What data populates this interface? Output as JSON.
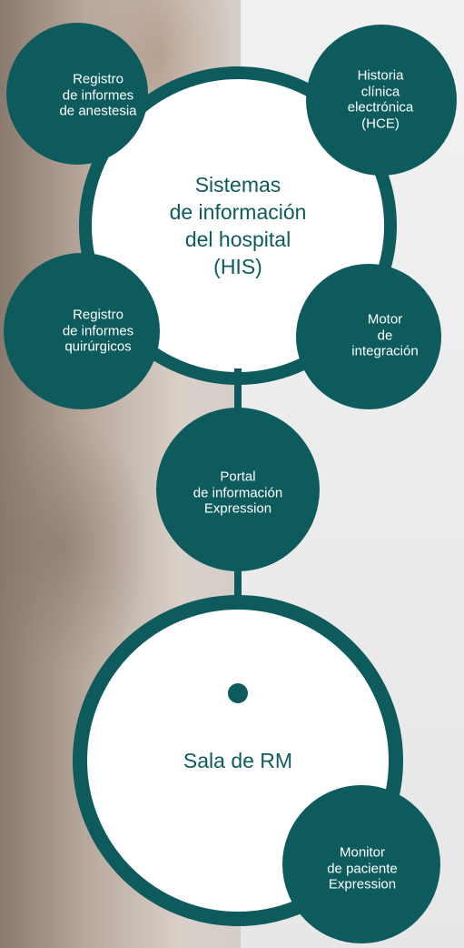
{
  "colors": {
    "teal": "#0e5b5d",
    "white": "#ffffff",
    "big_text": "#0e5b5d"
  },
  "his_center": {
    "label": "Sistemas\nde información\ndel hospital\n(HIS)"
  },
  "satellites": {
    "anesthesia": {
      "label": "Registro\nde informes\nde anestesia"
    },
    "hce": {
      "label": "Historia\nclínica\nelectrónica\n(HCE)"
    },
    "surgical": {
      "label": "Registro\nde informes\nquirúrgicos"
    },
    "integration": {
      "label": "Motor\nde integración"
    }
  },
  "portal": {
    "label": "Portal\nde información\nExpression"
  },
  "mr_room": {
    "label": "Sala de RM"
  },
  "monitor": {
    "label": "Monitor\nde paciente\nExpression"
  }
}
